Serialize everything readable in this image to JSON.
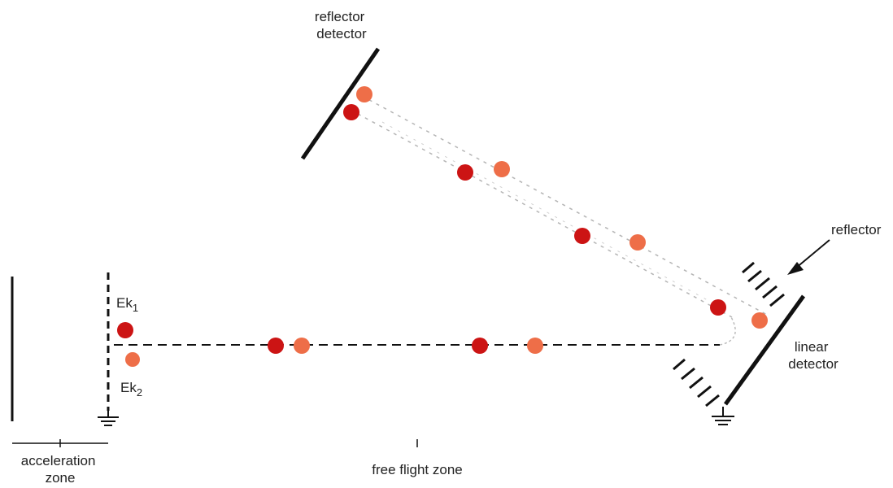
{
  "labels": {
    "reflector_detector": [
      "reflector",
      "detector"
    ],
    "reflector": "reflector",
    "linear_detector": [
      "linear",
      "detector"
    ],
    "ek1_base": "Ek",
    "ek1_sub": "1",
    "ek2_base": "Ek",
    "ek2_sub": "2",
    "acceleration_zone": [
      "acceleration",
      "zone"
    ],
    "free_flight_zone": "free flight zone"
  },
  "colors": {
    "ion_heavy": "#cc1414",
    "ion_light": "#ee6e48",
    "line": "#111111",
    "text": "#222222"
  }
}
